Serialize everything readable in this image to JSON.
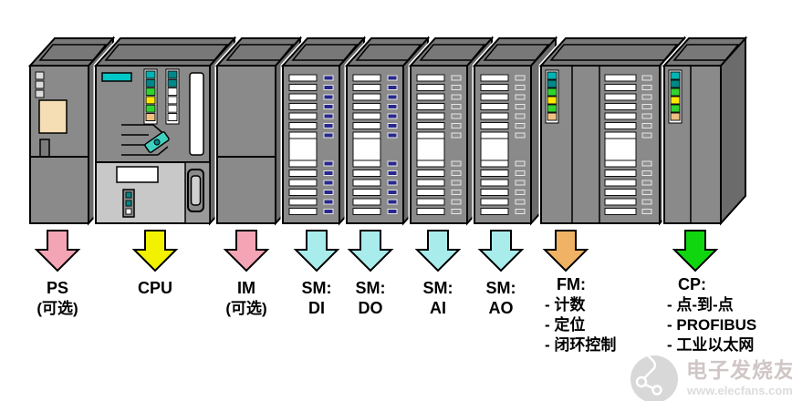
{
  "modules": [
    {
      "id": "ps",
      "label": "PS",
      "sublabel": "(可选)",
      "arrow_color": "#f4a5b5"
    },
    {
      "id": "cpu",
      "label": "CPU",
      "sublabel": "",
      "arrow_color": "#f2f200"
    },
    {
      "id": "im",
      "label": "IM",
      "sublabel": "(可选)",
      "arrow_color": "#f4a5b5"
    },
    {
      "id": "sm-di",
      "label": "SM:",
      "sublabel": "DI",
      "arrow_color": "#a8ecec"
    },
    {
      "id": "sm-do",
      "label": "SM:",
      "sublabel": "DO",
      "arrow_color": "#a8ecec"
    },
    {
      "id": "sm-ai",
      "label": "SM:",
      "sublabel": "AI",
      "arrow_color": "#a8ecec"
    },
    {
      "id": "sm-ao",
      "label": "SM:",
      "sublabel": "AO",
      "arrow_color": "#a8ecec"
    },
    {
      "id": "fm",
      "label": "FM:",
      "items": [
        "- 计数",
        "- 定位",
        "- 闭环控制"
      ],
      "arrow_color": "#f0b264"
    },
    {
      "id": "cp",
      "label": "CP:",
      "items": [
        "- 点-到-点",
        "- PROFIBUS",
        "- 工业以太网"
      ],
      "arrow_color": "#0fd60f"
    }
  ],
  "led_colors": {
    "status_run": [
      "#00b4b4",
      "#008888",
      "#2fd42f",
      "#ffe800",
      "#2fd42f",
      "#f0c080"
    ],
    "cpu_secondary": [
      "#008888",
      "#008888",
      "#ffffff",
      "#ffffff",
      "#ffffff",
      "#ffffff"
    ],
    "digital": "#28288c",
    "analog": "#909090",
    "ps": "#dcdcdc"
  },
  "watermark": {
    "name": "电子发烧友",
    "url": "www.elecfans.com"
  }
}
